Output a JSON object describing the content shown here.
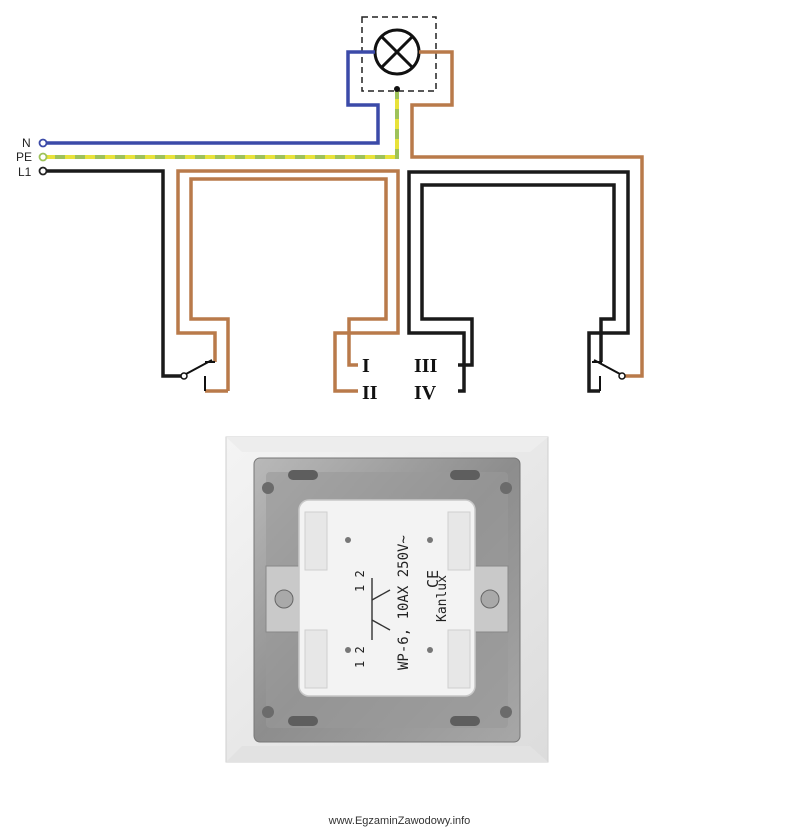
{
  "wiring": {
    "terminals": {
      "n": "N",
      "pe": "PE",
      "l1": "L1"
    },
    "switch_contacts": {
      "c1": "I",
      "c2": "II",
      "c3": "III",
      "c4": "IV"
    }
  },
  "photo": {
    "switch_marking_left": "1 2",
    "switch_marking_right": "1 2",
    "rating": "WP-6, 10AX 250V~",
    "brand": "Kanlux",
    "ce_mark": "CE"
  },
  "footer": {
    "watermark": "www.EgzaminZawodowy.info"
  },
  "colors": {
    "neutral": "#3b4aa8",
    "pe_green": "#9ec25a",
    "pe_yellow": "#e8e23a",
    "phase": "#1a1a1a",
    "brown": "#b97a4a"
  }
}
